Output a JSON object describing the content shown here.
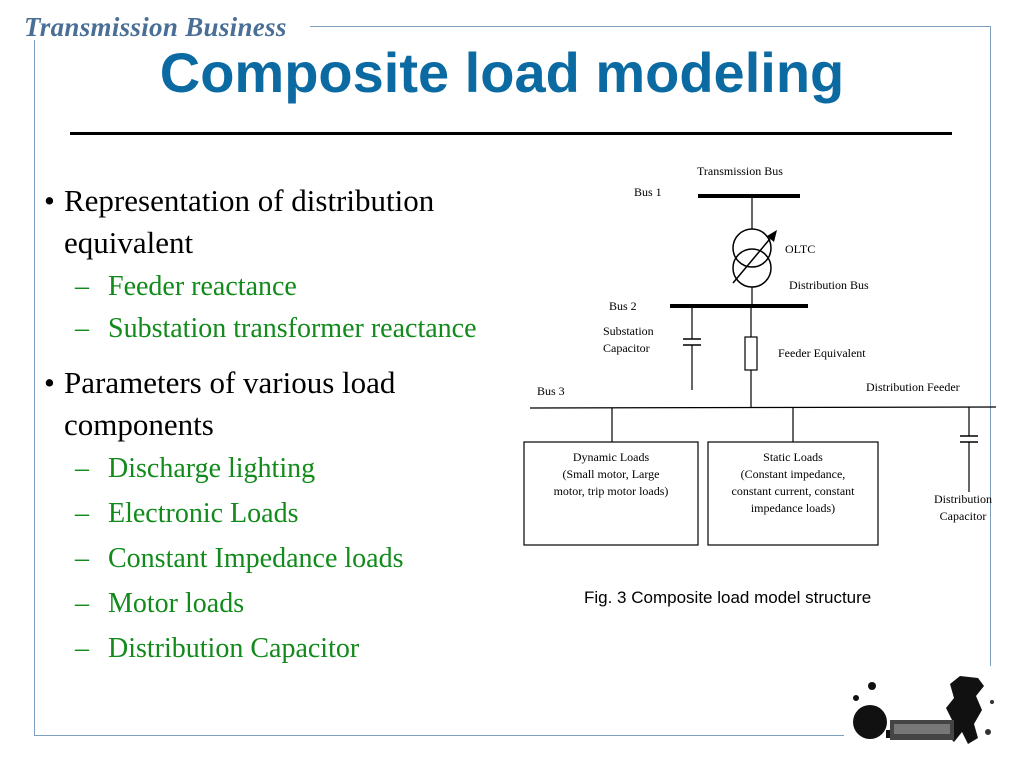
{
  "header": {
    "brand": "Transmission Business",
    "title": "Composite load modeling"
  },
  "bullets": [
    {
      "text": "Representation of distribution equivalent",
      "subs": [
        "Feeder reactance",
        "Substation transformer reactance"
      ]
    },
    {
      "text": "Parameters of various load components",
      "subs": [
        "Discharge lighting",
        "Electronic Loads",
        "Constant Impedance loads",
        "Motor loads",
        "Distribution Capacitor"
      ]
    }
  ],
  "diagram": {
    "transmission_bus": "Transmission Bus",
    "bus1": "Bus 1",
    "oltc": "OLTC",
    "distribution_bus": "Distribution Bus",
    "bus2": "Bus 2",
    "substation_capacitor": [
      "Substation",
      "Capacitor"
    ],
    "feeder_equivalent": "Feeder Equivalent",
    "distribution_feeder": "Distribution Feeder",
    "bus3": "Bus 3",
    "dynamic_loads": [
      "Dynamic Loads",
      "(Small motor, Large",
      "motor, trip motor loads)"
    ],
    "static_loads": [
      "Static Loads",
      "(Constant impedance,",
      "constant current, constant",
      "impedance loads)"
    ],
    "distribution_capacitor": [
      "Distribution",
      "Capacitor"
    ]
  },
  "figure_caption": "Fig. 3 Composite load model structure",
  "colors": {
    "title": "#0a6aa1",
    "brand": "#4a6f96",
    "sub_bullet": "#128a1c",
    "frame": "#7f9fbf"
  },
  "logo_icon": "vendor-logo"
}
